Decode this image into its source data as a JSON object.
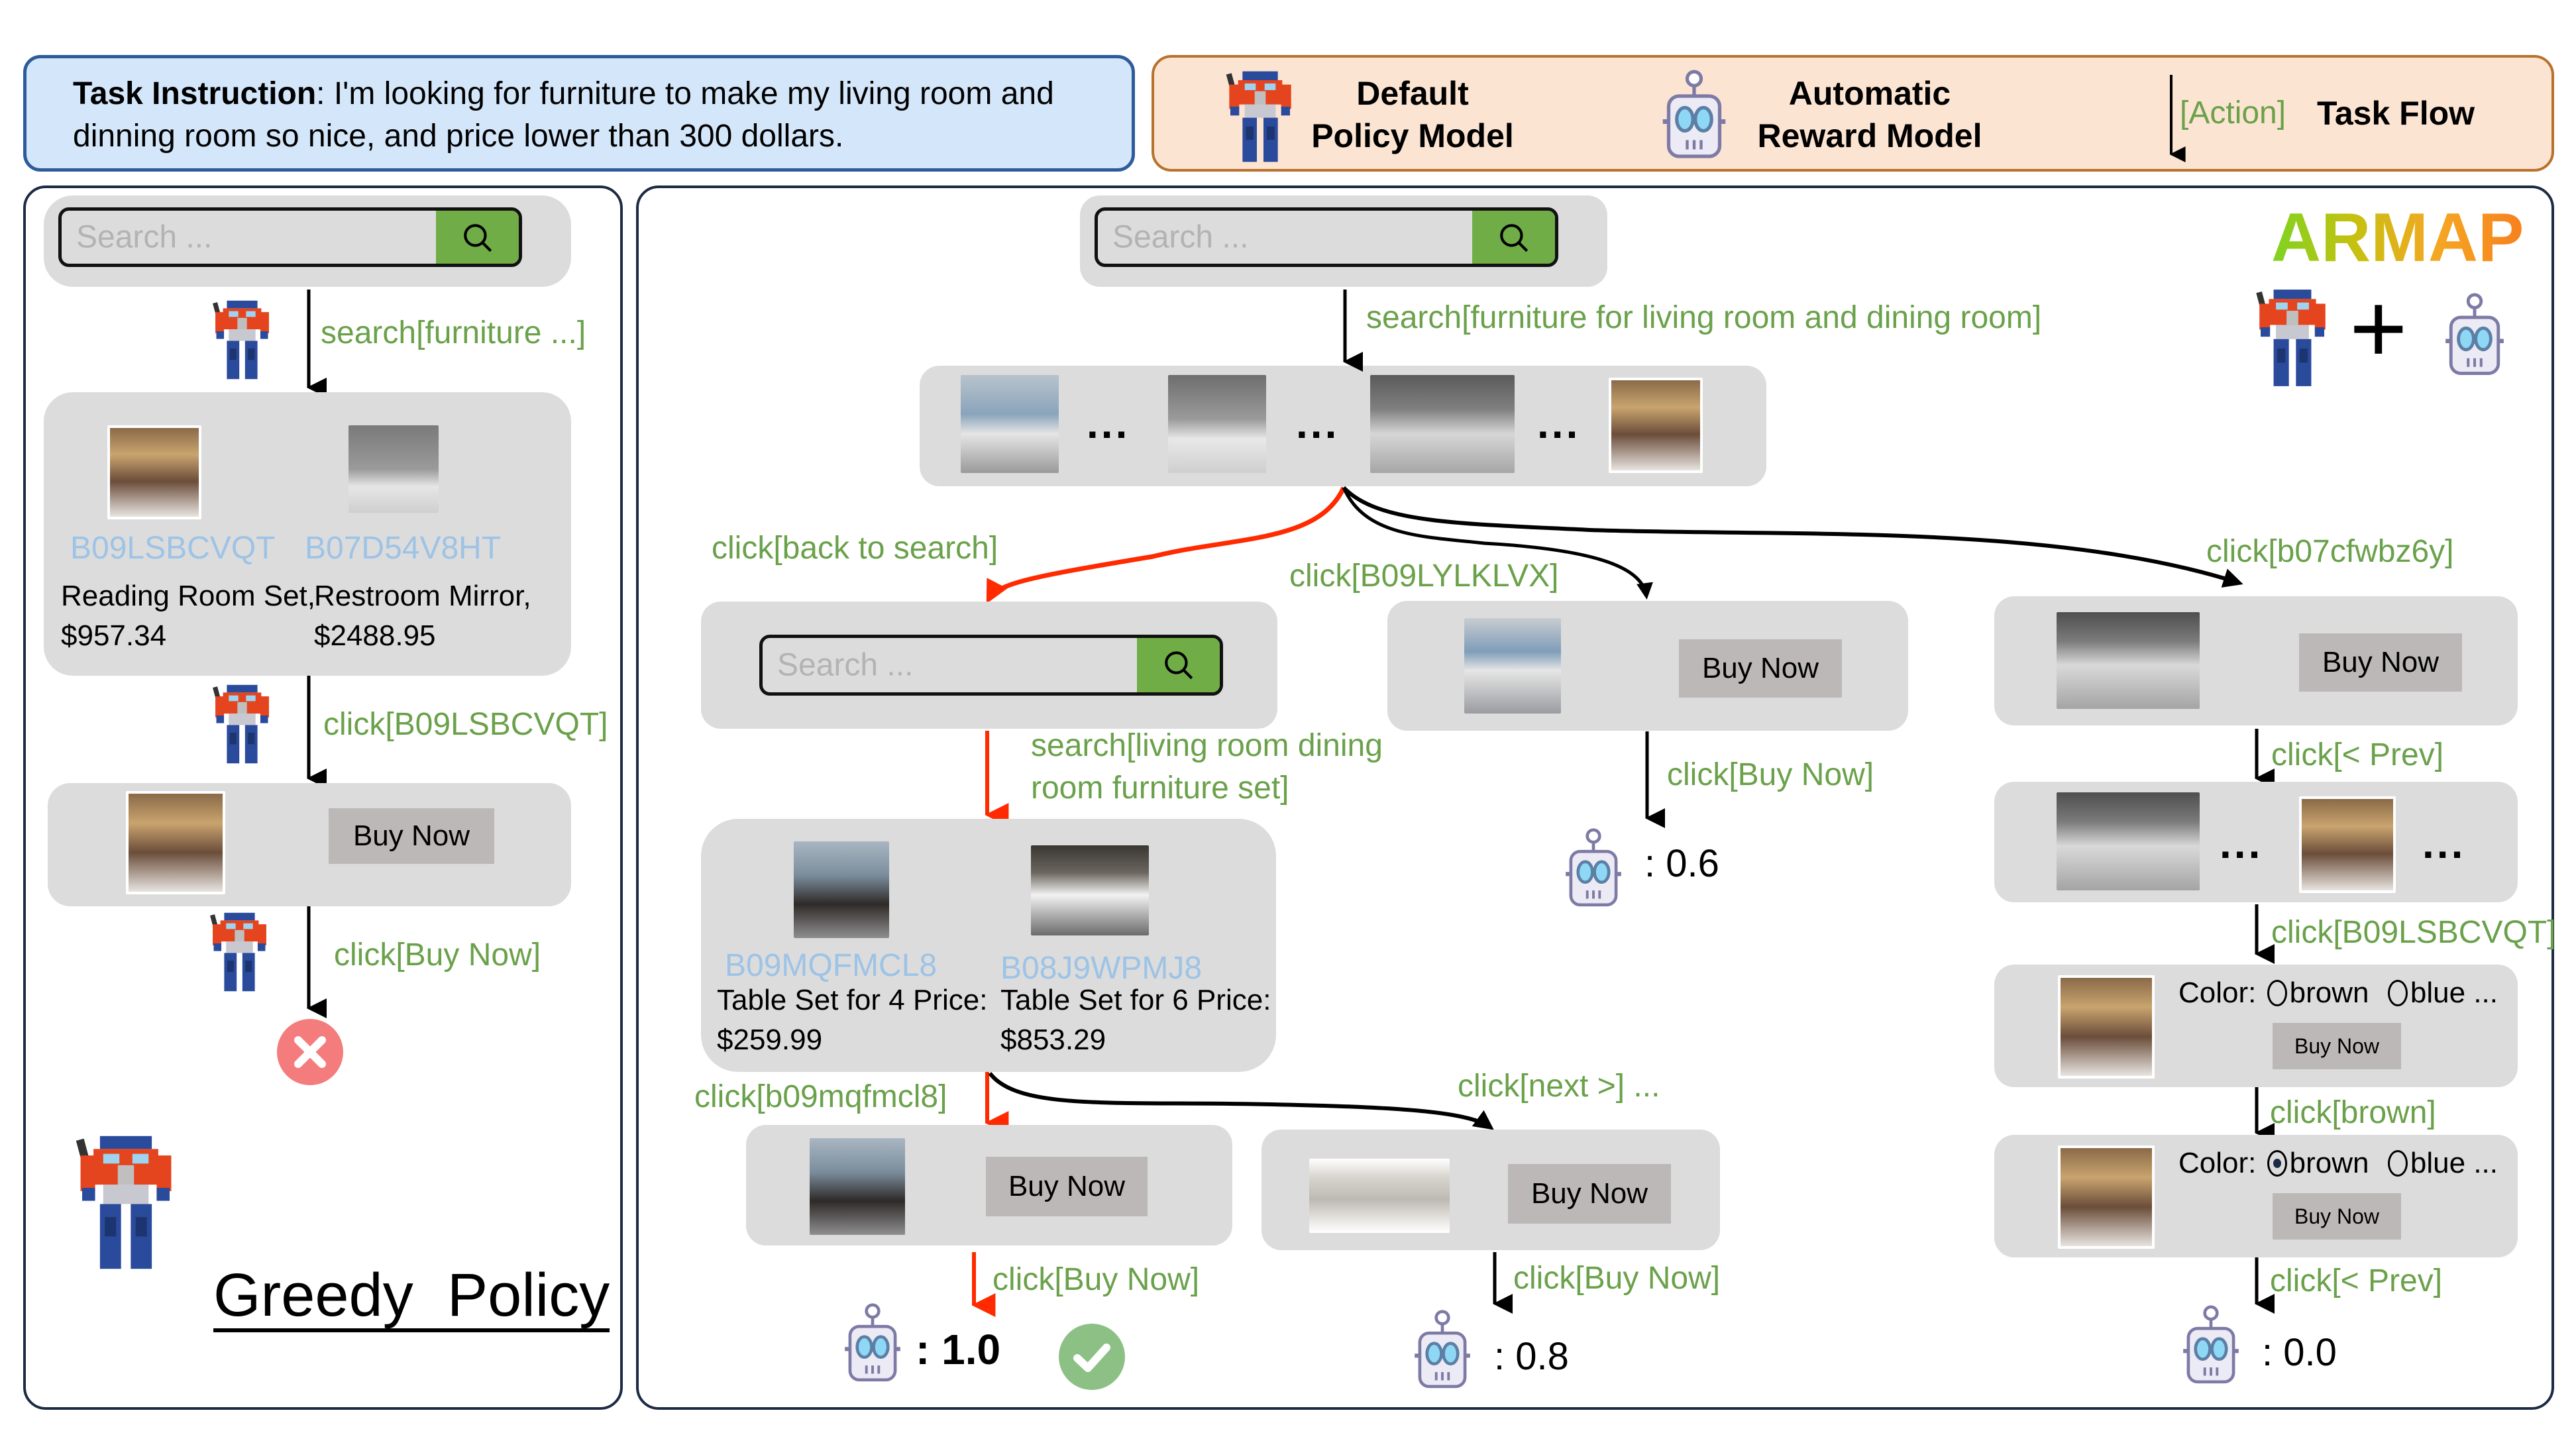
{
  "task": {
    "label": "Task Instruction",
    "text": ": I'm looking for furniture to make my living room and dinning room so nice, and price lower than 300 dollars."
  },
  "legend": {
    "policy_line1": "Default",
    "policy_line2": "Policy Model",
    "reward_line1": "Automatic",
    "reward_line2": "Reward Model",
    "action_tag": "[Action]",
    "task_flow": "Task Flow"
  },
  "colors": {
    "action_green": "#6aa14a",
    "search_green": "#70ad47",
    "asin_blue": "#9dc3e6",
    "red_path": "#ff2a00",
    "fail_red": "#f47c7c",
    "success_green": "#8cc084"
  },
  "greedy": {
    "title": "Greedy  Policy",
    "search_placeholder": "Search ...",
    "step1_action": "search[furniture ...]",
    "results": [
      {
        "asin": "B09LSBCVQT",
        "title": "Reading Room Set,",
        "price": "$957.34"
      },
      {
        "asin": "B07D54V8HT",
        "title": "Restroom Mirror,",
        "price": "$2488.95"
      }
    ],
    "step2_action": "click[B09LSBCVQT]",
    "buy_label": "Buy Now",
    "step3_action": "click[Buy Now]",
    "outcome": "fail"
  },
  "armap": {
    "title": "ARMAP",
    "plus": "+",
    "search_placeholder": "Search ...",
    "root_action": "search[furniture for living room and dining room]",
    "dots": "...",
    "branch_back": {
      "action": "click[back to search]",
      "search_placeholder": "Search ...",
      "search_action_line1": "search[living room dining",
      "search_action_line2": "room furniture set]",
      "results": [
        {
          "asin": "B09MQFMCL8",
          "title": "Table Set for 4 Price:",
          "price": "$259.99"
        },
        {
          "asin": "B08J9WPMJ8",
          "title": "Table Set for 6 Price:",
          "price": "$853.29"
        }
      ],
      "pick_action": "click[b09mqfmcl8]",
      "pick_buy_label": "Buy Now",
      "pick_buy_action": "click[Buy Now]",
      "pick_score": ": 1.0",
      "pick_outcome": "success",
      "next_action": "click[next >] ...",
      "next_buy_label": "Buy Now",
      "next_buy_action": "click[Buy Now]",
      "next_score": ": 0.8"
    },
    "branch_mid": {
      "action": "click[B09LYLKLVX]",
      "buy_label": "Buy Now",
      "buy_action": "click[Buy Now]",
      "score": ": 0.6"
    },
    "branch_right": {
      "action": "click[b07cfwbz6y]",
      "buy_label": "Buy Now",
      "prev_action": "click[< Prev]",
      "item_action": "click[B09LSBCVQT]",
      "color_label": "Color:",
      "color_options": [
        "brown",
        "blue ..."
      ],
      "selected_before": "",
      "buy_label_small": "Buy Now",
      "color_action": "click[brown]",
      "selected_after": "brown",
      "final_action": "click[< Prev]",
      "score": ": 0.0"
    }
  }
}
